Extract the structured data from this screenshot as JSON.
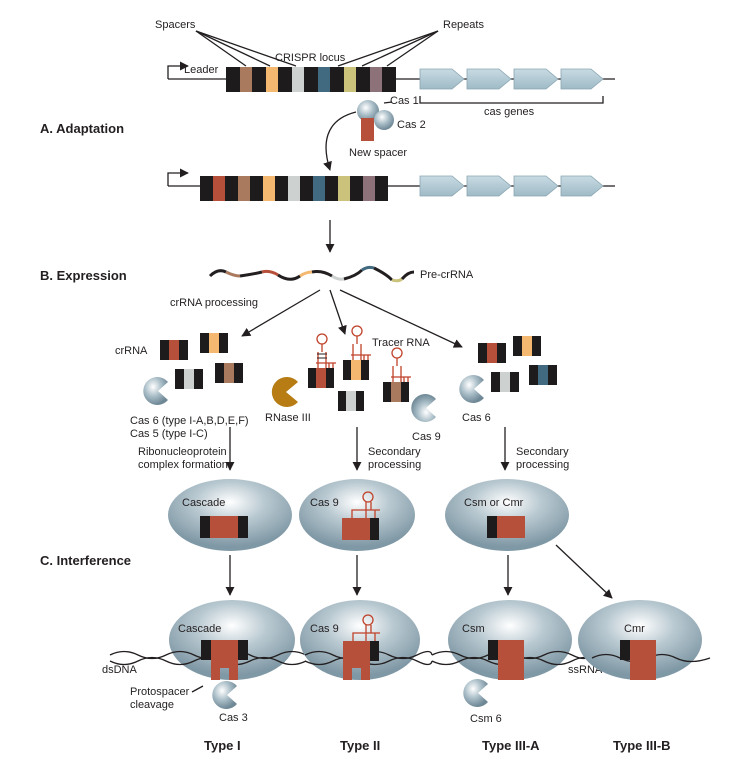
{
  "colors": {
    "repeat": "#1e1b1c",
    "new_spacer": "#b6503a",
    "tan": "#a97a5e",
    "orange": "#f5b870",
    "light_grey": "#cdd1cf",
    "teal": "#41697f",
    "olive": "#cbc27b",
    "mauve": "#8d7379",
    "cas_gene": "#a9c4cf",
    "protein": "#8fa7b3",
    "complex": "#8ea4b0",
    "rnase": "#b77c14",
    "tracer": "#c0422a"
  },
  "labels": {
    "spacers": "Spacers",
    "repeats": "Repeats",
    "crispr_locus": "CRISPR locus",
    "leader": "Leader",
    "cas1": "Cas 1",
    "cas2": "Cas 2",
    "cas_genes": "cas genes",
    "new_spacer": "New spacer",
    "pre_crrna": "Pre-crRNA",
    "crrna_processing": "crRNA processing",
    "crrna": "crRNA",
    "tracer_rna": "Tracer RNA",
    "cas6_line1": "Cas 6 (type I-A,B,D,E,F)",
    "cas5_line2": "Cas 5 (type I-C)",
    "rnase3": "RNase III",
    "cas9": "Cas 9",
    "cas6": "Cas 6",
    "ribo_line1": "Ribonucleoprotein",
    "ribo_line2": "complex formation",
    "secondary": "Secondary",
    "processing": "processing",
    "cascade": "Cascade",
    "csm_or_cmr": "Csm or Cmr",
    "csm": "Csm",
    "cmr": "Cmr",
    "dsdna": "dsDNA",
    "ssrna": "ssRNA",
    "protospacer": "Protospacer",
    "cleavage": "cleavage",
    "cas3": "Cas 3",
    "csm6": "Csm 6"
  },
  "sections": {
    "adaptation": "A. Adaptation",
    "expression": "B. Expression",
    "interference": "C. Interference"
  },
  "types": {
    "type1": "Type I",
    "type2": "Type II",
    "type3a": "Type III-A",
    "type3b": "Type III-B"
  }
}
